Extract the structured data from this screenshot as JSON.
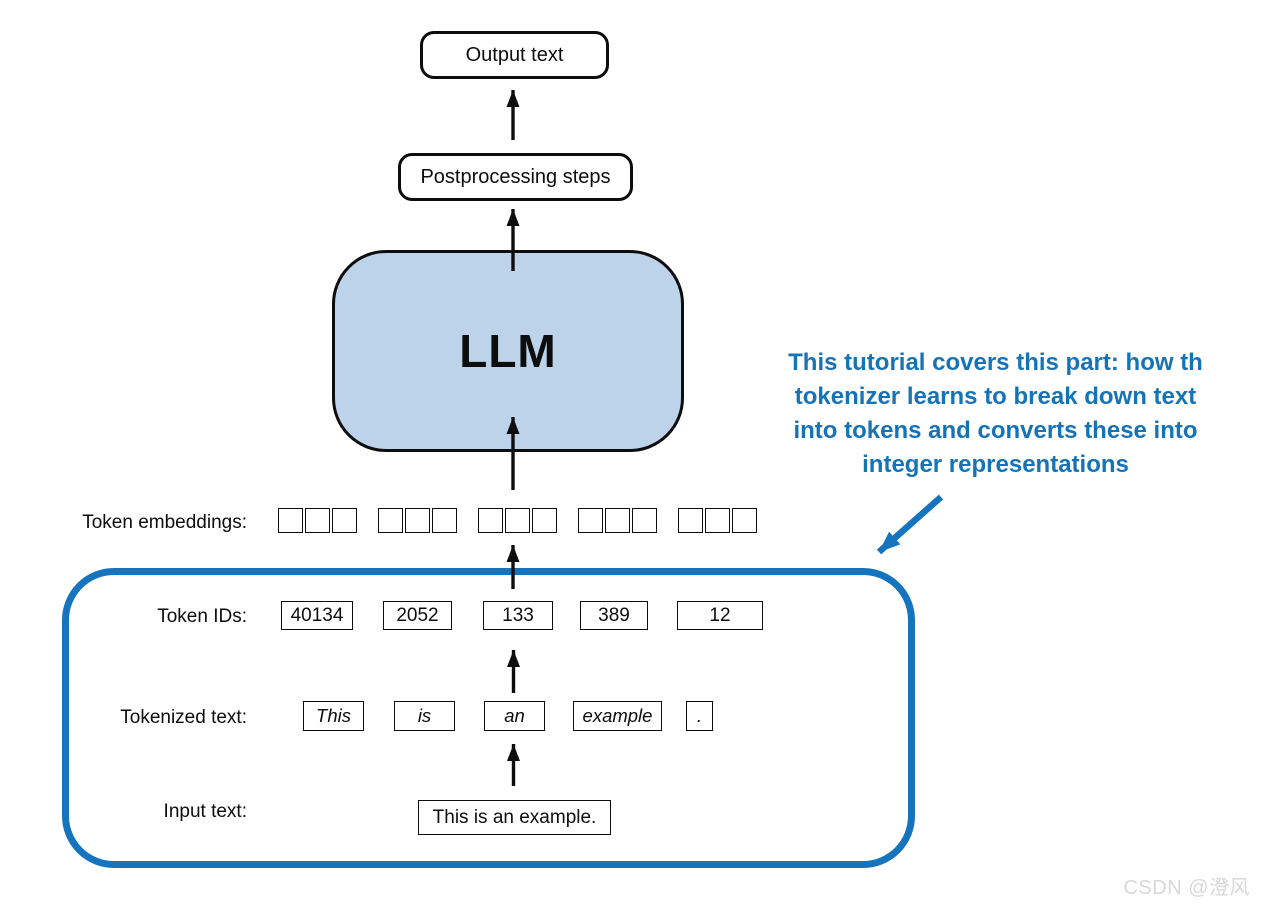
{
  "diagram": {
    "output_box_label": "Output text",
    "postprocessing_box_label": "Postprocessing steps",
    "llm_box_label": "LLM",
    "row_labels": {
      "token_embeddings": "Token embeddings:",
      "token_ids": "Token IDs:",
      "tokenized_text": "Tokenized text:",
      "input_text": "Input text:"
    },
    "pipeline": {
      "token_ids": [
        "40134",
        "2052",
        "133",
        "389",
        "12"
      ],
      "tokens": [
        "This",
        "is",
        "an",
        "example",
        "."
      ],
      "input_text_value": "This is an example.",
      "embedding_groups": 5,
      "squares_per_group": 3
    }
  },
  "annotation": {
    "lines": [
      "This tutorial covers this part: how th",
      "tokenizer learns to break down text",
      "into tokens and converts these into",
      "integer representations"
    ]
  },
  "watermark": "CSDN @澄风",
  "colors": {
    "llm_fill": "#bdd3ea",
    "outline_black": "#0d0d0d",
    "highlight_blue": "#1574bd",
    "annotation_blue": "#1573b8",
    "watermark_gray": "#d8d8d8"
  }
}
